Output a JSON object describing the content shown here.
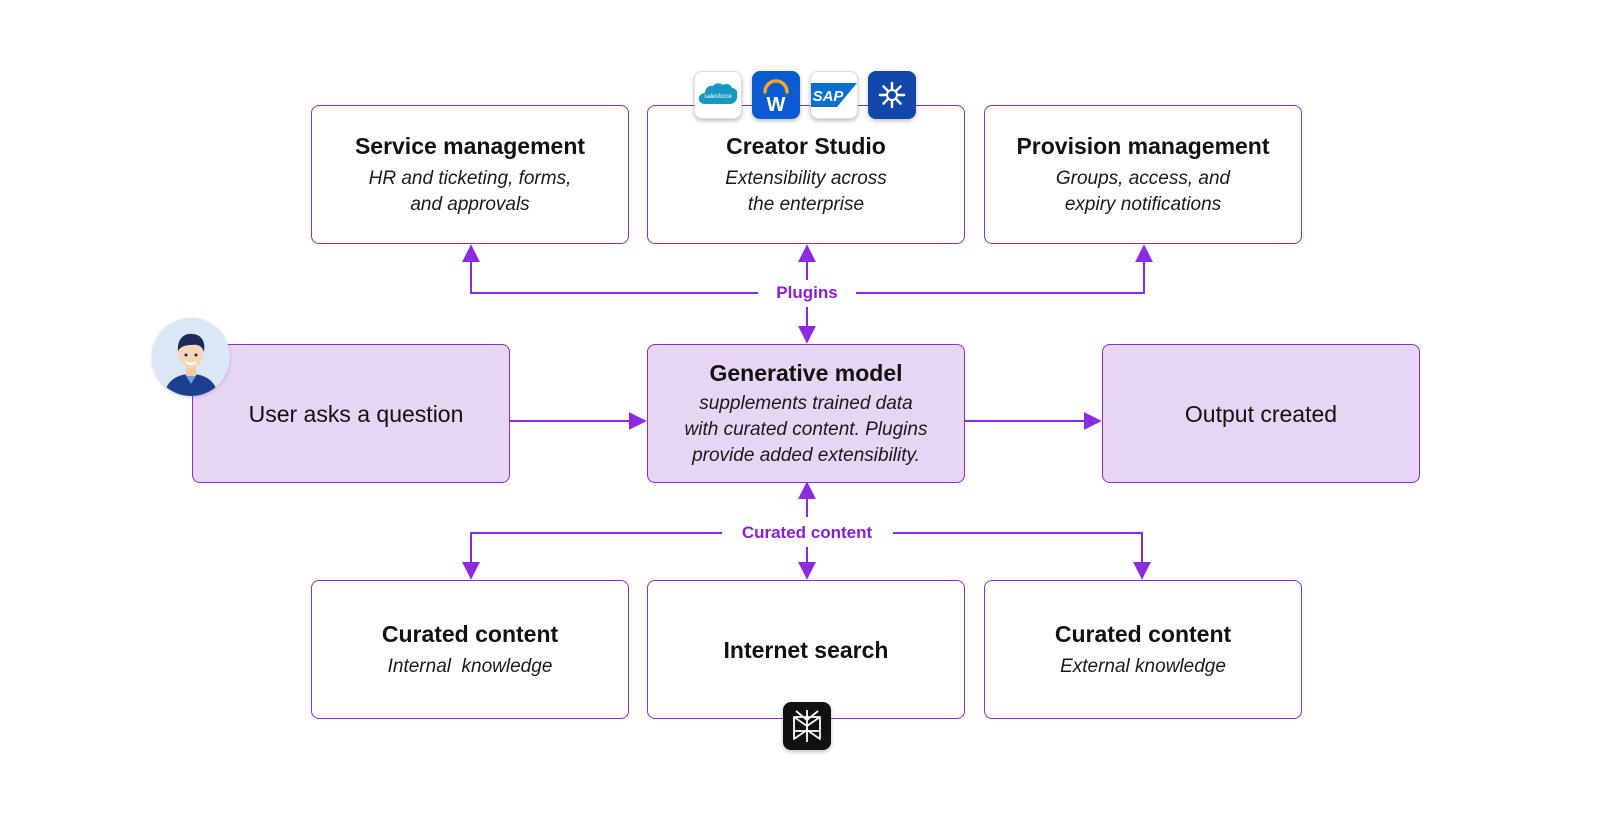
{
  "nodes": {
    "service_management": {
      "title": "Service management",
      "subtitle": "HR and ticketing, forms,\nand approvals"
    },
    "creator_studio": {
      "title": "Creator Studio",
      "subtitle": "Extensibility across\nthe enterprise"
    },
    "provision_management": {
      "title": "Provision management",
      "subtitle": "Groups, access, and\nexpiry notifications"
    },
    "user_question": {
      "label": "User asks a question"
    },
    "generative_model": {
      "title": "Generative model",
      "subtitle": "supplements trained data\nwith curated content. Plugins\nprovide added extensibility."
    },
    "output": {
      "label": "Output created"
    },
    "curated_internal": {
      "title": "Curated content",
      "subtitle": "Internal  knowledge"
    },
    "internet_search": {
      "title": "Internet search"
    },
    "curated_external": {
      "title": "Curated content",
      "subtitle": "External knowledge"
    }
  },
  "edge_labels": {
    "plugins": "Plugins",
    "curated_content": "Curated content"
  },
  "logos": {
    "salesforce": {
      "text": "salesforce",
      "color": "#1798c1"
    },
    "workday": {
      "text": "W",
      "color": "#0a5bd1"
    },
    "sap": {
      "text": "SAP",
      "color": "#0a6ed1"
    },
    "jira_like": {
      "icon": "asterisk-badge-icon",
      "color": "#1147a8"
    },
    "perplexity": {
      "icon": "perplexity-icon",
      "color": "#111111"
    }
  },
  "colors": {
    "accent": "#8a2be2",
    "label": "#8a1ed6",
    "node_fill": "#e6d5f3"
  }
}
